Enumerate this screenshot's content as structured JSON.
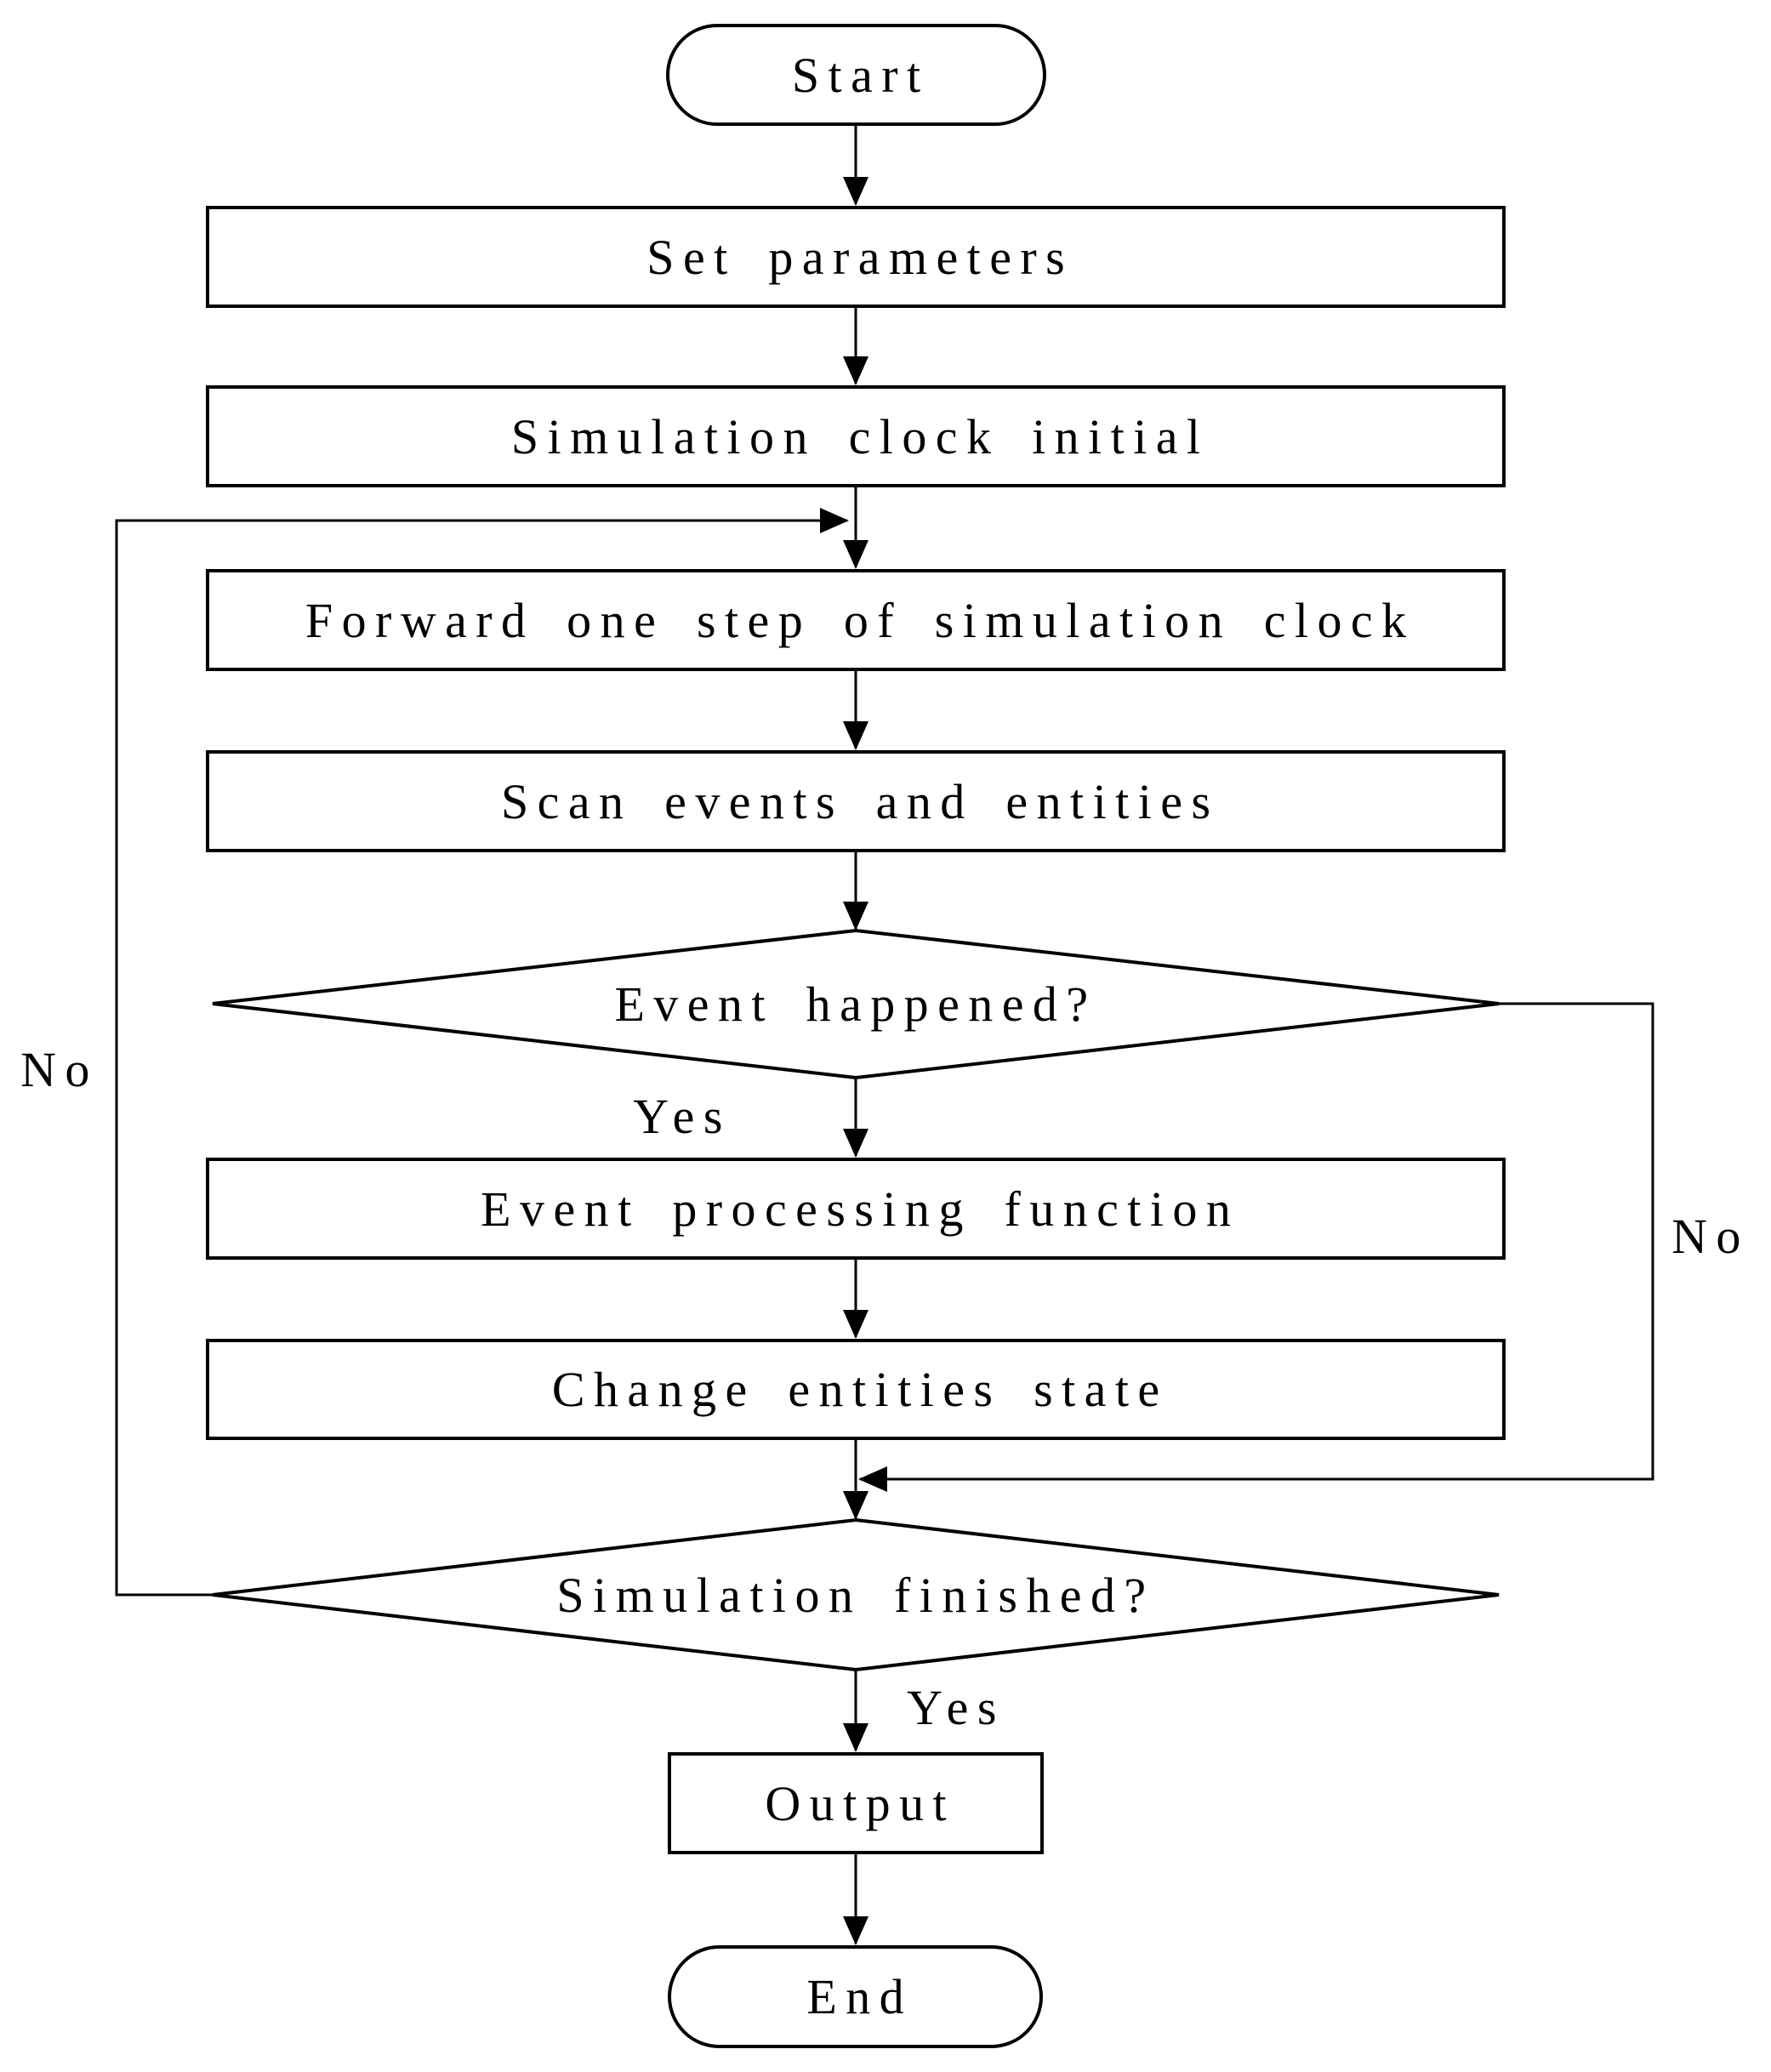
{
  "diagram": {
    "colors": {
      "stroke": "#000000",
      "background": "#ffffff",
      "text": "#000000"
    },
    "nodes": {
      "start": "Start",
      "set_parameters": "Set parameters",
      "sim_clock_initial": "Simulation clock initial",
      "forward_step": "Forward one step of simulation clock",
      "scan_events": "Scan events and entities",
      "event_happened": "Event happened?",
      "event_processing": "Event processing function",
      "change_entities": "Change entities state",
      "sim_finished": "Simulation finished?",
      "output": "Output",
      "end": "End"
    },
    "edge_labels": {
      "event_happened_yes": "Yes",
      "event_happened_no": "No",
      "sim_finished_yes": "Yes",
      "sim_finished_no": "No"
    }
  }
}
